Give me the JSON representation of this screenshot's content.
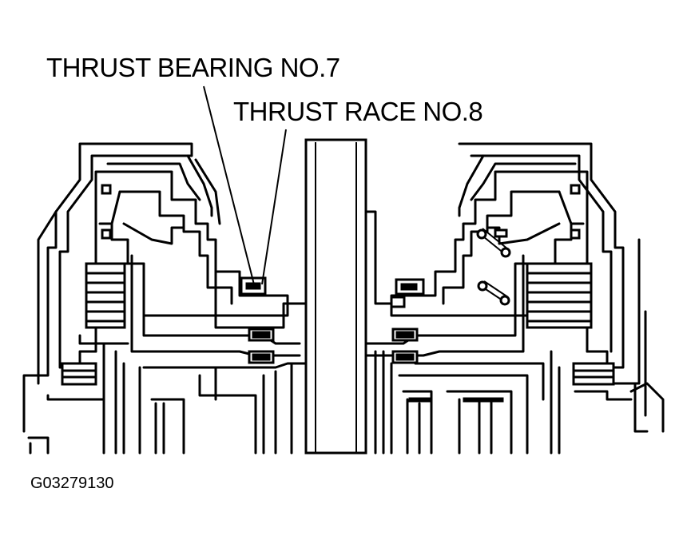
{
  "labels": {
    "thrust_bearing": "THRUST BEARING NO.7",
    "thrust_race": "THRUST RACE NO.8"
  },
  "figure_id": "G03279130",
  "colors": {
    "ink": "#000000",
    "paper": "#ffffff"
  }
}
